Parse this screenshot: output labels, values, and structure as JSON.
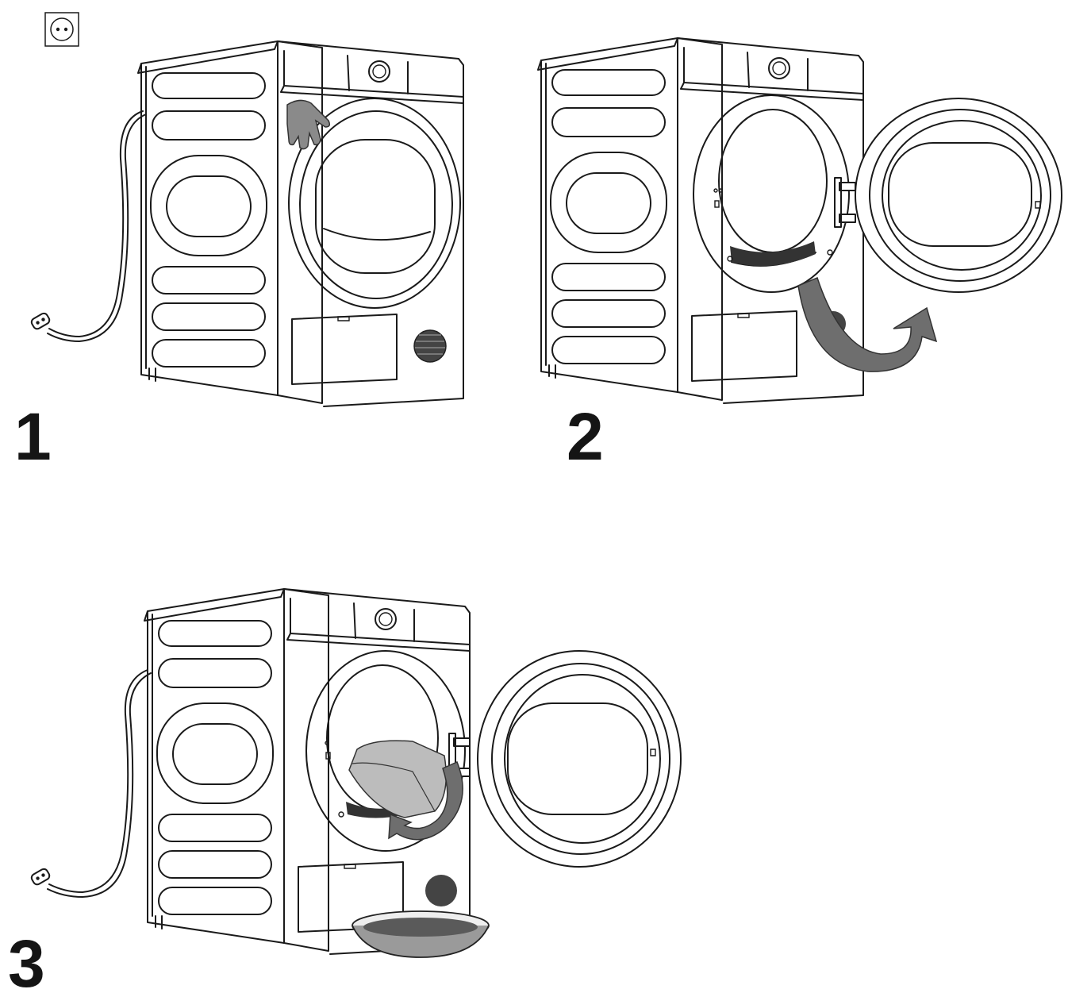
{
  "steps": [
    {
      "number": "1"
    },
    {
      "number": "2"
    },
    {
      "number": "3"
    }
  ],
  "icons": {
    "socket": "power-socket-icon",
    "hand": "hand-icon",
    "arrow": "curved-arrow-icon",
    "tray": "drip-tray-icon"
  },
  "colors": {
    "line": "#1a1a1a",
    "arrow_fill": "#6e6e6e",
    "hand_fill": "#8a8a8a",
    "filter_fill": "#bcbcbc",
    "tray_fill": "#7a7a7a"
  }
}
